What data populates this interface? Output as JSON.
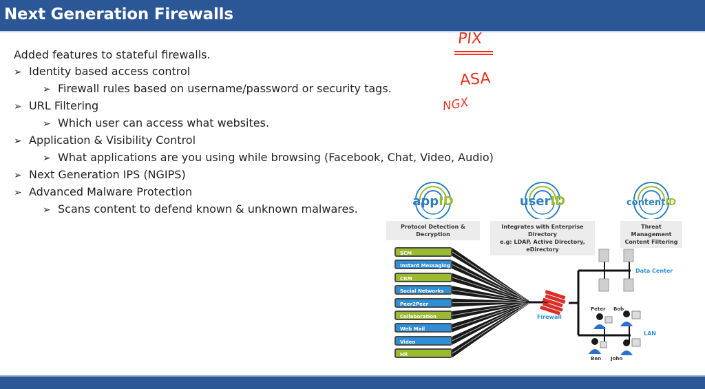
{
  "slide": {
    "title": "Next Generation Firewalls",
    "intro": "Added features to stateful firewalls.",
    "bullets": [
      {
        "text": "Identity based access control",
        "sub": "Firewall rules based on username/password or security tags."
      },
      {
        "text": "URL Filtering",
        "sub": "Which user can access what websites."
      },
      {
        "text": "Application & Visibility Control",
        "sub": "What applications are you using while browsing (Facebook, Chat, Video, Audio)"
      },
      {
        "text": "Next Generation IPS (NGIPS)",
        "sub": null
      },
      {
        "text": "Advanced Malware Protection",
        "sub": "Scans content to defend known & unknown malwares."
      }
    ],
    "bullet_glyph": "➢"
  },
  "annotations": {
    "handwritten": [
      "PIX",
      "ASA",
      "NGX"
    ],
    "color": "#e8321e"
  },
  "diagram": {
    "logos": [
      {
        "prefix": "app",
        "suffix": "ID",
        "caption": [
          "Protocol Detection & Decryption"
        ]
      },
      {
        "prefix": "user",
        "suffix": "ID",
        "caption": [
          "Integrates with Enterprise Directory",
          "e.g: LDAP, Active Directory, eDirectory"
        ]
      },
      {
        "prefix": "content",
        "suffix": "ID",
        "caption": [
          "Threat Management",
          "Content Filtering"
        ]
      }
    ],
    "applications": [
      {
        "label": "SCM",
        "color": "green"
      },
      {
        "label": "Instant Messaging",
        "color": "blue"
      },
      {
        "label": "CRM",
        "color": "green"
      },
      {
        "label": "Social Networks",
        "color": "blue"
      },
      {
        "label": "Peer2Peer",
        "color": "blue"
      },
      {
        "label": "Collaboration",
        "color": "green"
      },
      {
        "label": "Web Mail",
        "color": "blue"
      },
      {
        "label": "Video",
        "color": "blue"
      },
      {
        "label": "HR",
        "color": "green"
      }
    ],
    "firewall_label": "Firewall",
    "data_center_label": "Data Center",
    "lan_label": "LAN",
    "users": [
      "Peter",
      "Bob",
      "Ben",
      "John"
    ]
  },
  "colors": {
    "header": "#2b5797",
    "logo_blue": "#2e7fc1",
    "logo_green": "#9bbb2e",
    "app_green": "#9bbb2e",
    "app_blue": "#2d8fd8",
    "firewall_red": "#d9302a"
  }
}
